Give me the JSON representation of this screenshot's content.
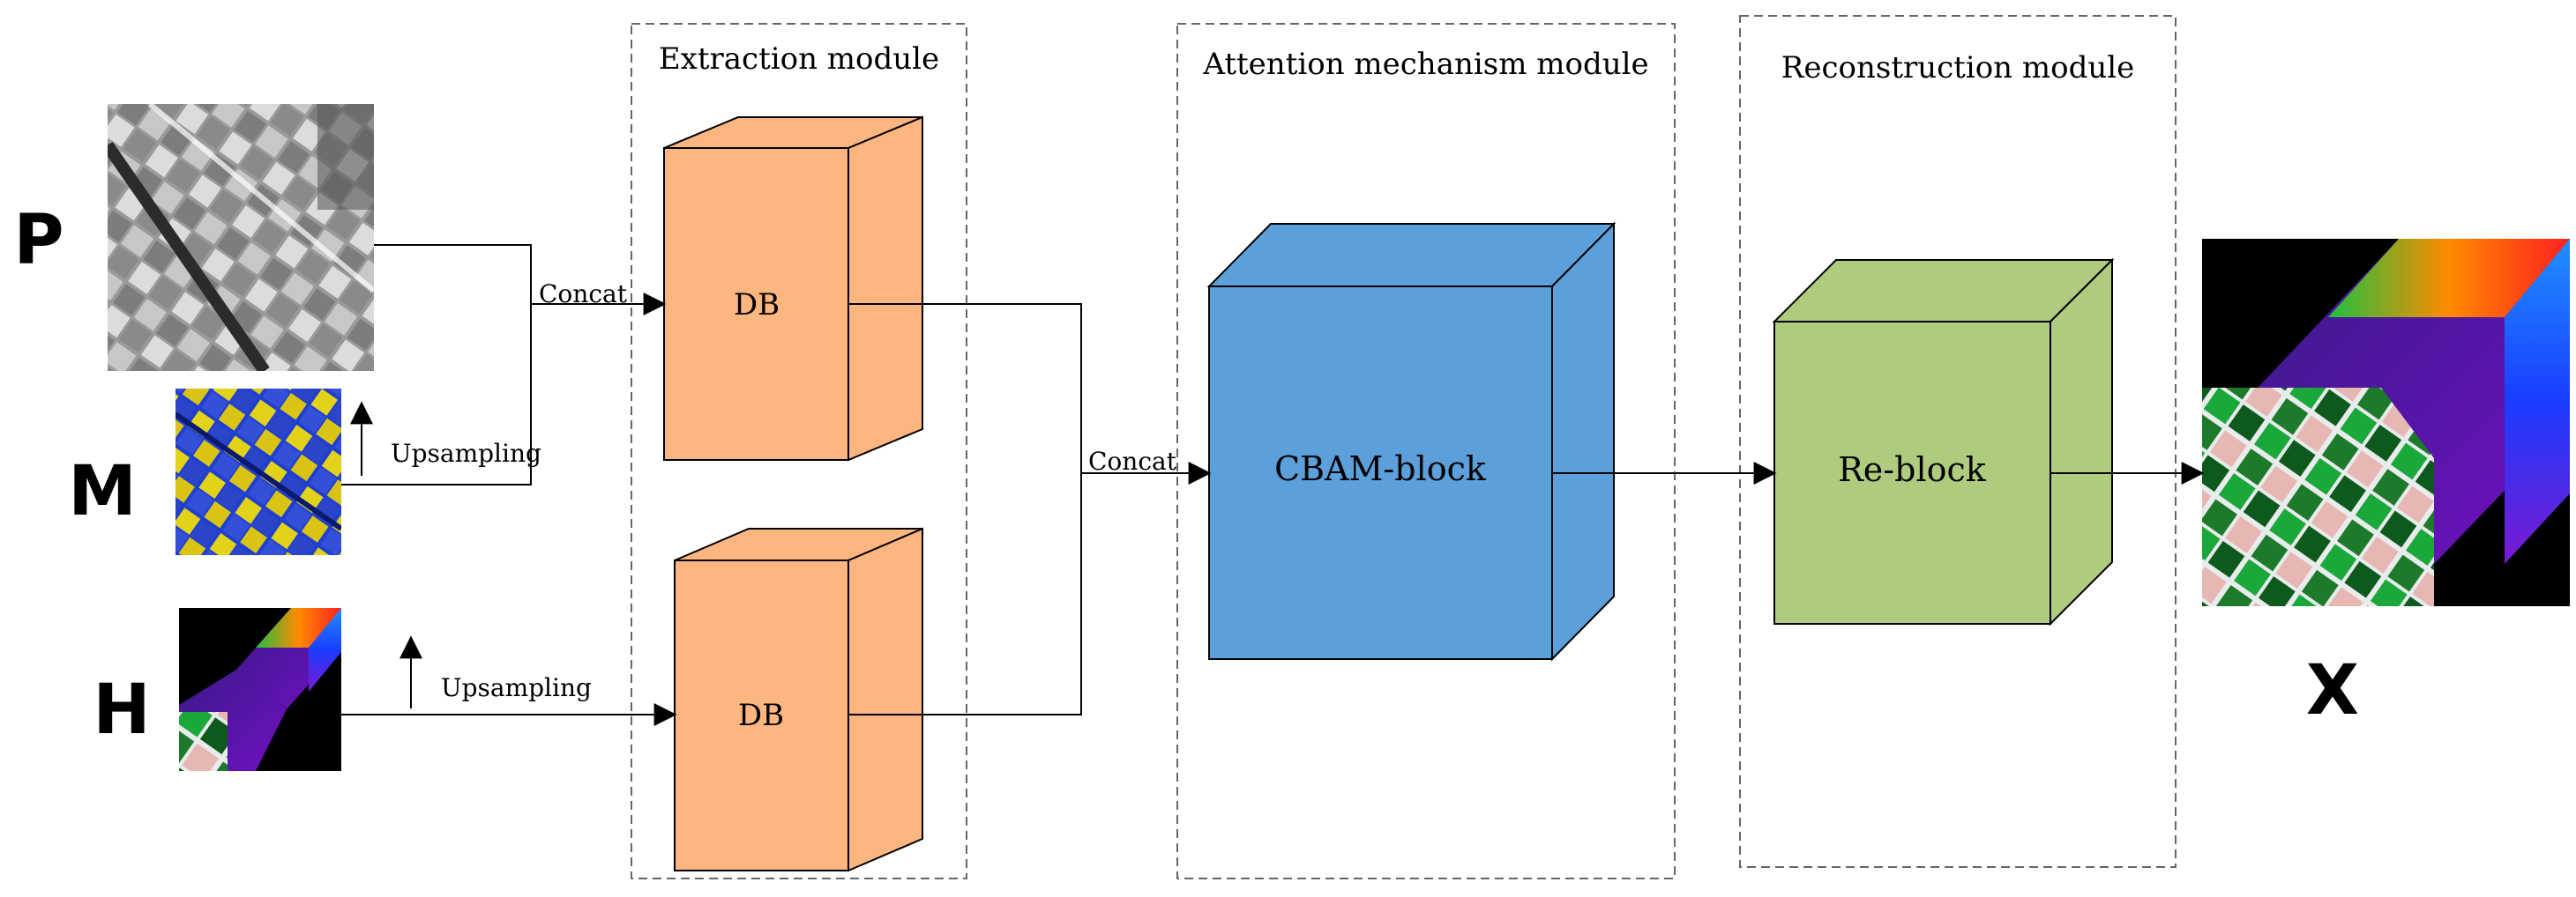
{
  "inputs": {
    "p_label": "P",
    "m_label": "M",
    "h_label": "H"
  },
  "output": {
    "x_label": "X"
  },
  "modules": {
    "extraction_title": "Extraction module",
    "attention_title": "Attention mechanism module",
    "reconstruction_title": "Reconstruction module"
  },
  "blocks": {
    "db_top": "DB",
    "db_bottom": "DB",
    "cbam": "CBAM-block",
    "reblock": "Re-block"
  },
  "annotations": {
    "concat_1": "Concat",
    "concat_2": "Concat",
    "upsampling_m": "Upsampling",
    "upsampling_h": "Upsampling"
  },
  "colors": {
    "db": "#FDB67F",
    "cbam": "#5BA0DB",
    "reblock": "#AECB7E",
    "line": "#000000",
    "dashed_border": "#666666"
  },
  "images": {
    "panchromatic": "grayscale-field-image",
    "multispectral": "yellow-blue-field-image",
    "hyperspectral": "hyperspectral-cube-image",
    "fused": "fused-hyperspectral-cube-image"
  }
}
